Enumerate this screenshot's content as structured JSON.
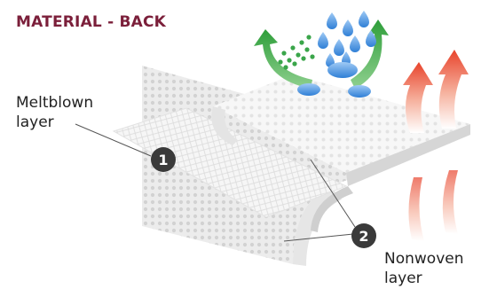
{
  "title": "MATERIAL - BACK",
  "labels": {
    "meltblown_line1": "Meltblown",
    "meltblown_line2": "layer",
    "nonwoven_line1": "Nonwoven",
    "nonwoven_line2": "layer"
  },
  "markers": [
    "1",
    "2"
  ],
  "colors": {
    "title": "#7b1f3a",
    "marker": "#3a3a3a",
    "green_arrow": "#2e9e3a",
    "water_drops": "#2f7fd6",
    "heat_arrows": "#e8432b"
  },
  "icons": [
    "air-flow-arrow-icon",
    "water-drops-icon",
    "heat-arrow-icon"
  ]
}
